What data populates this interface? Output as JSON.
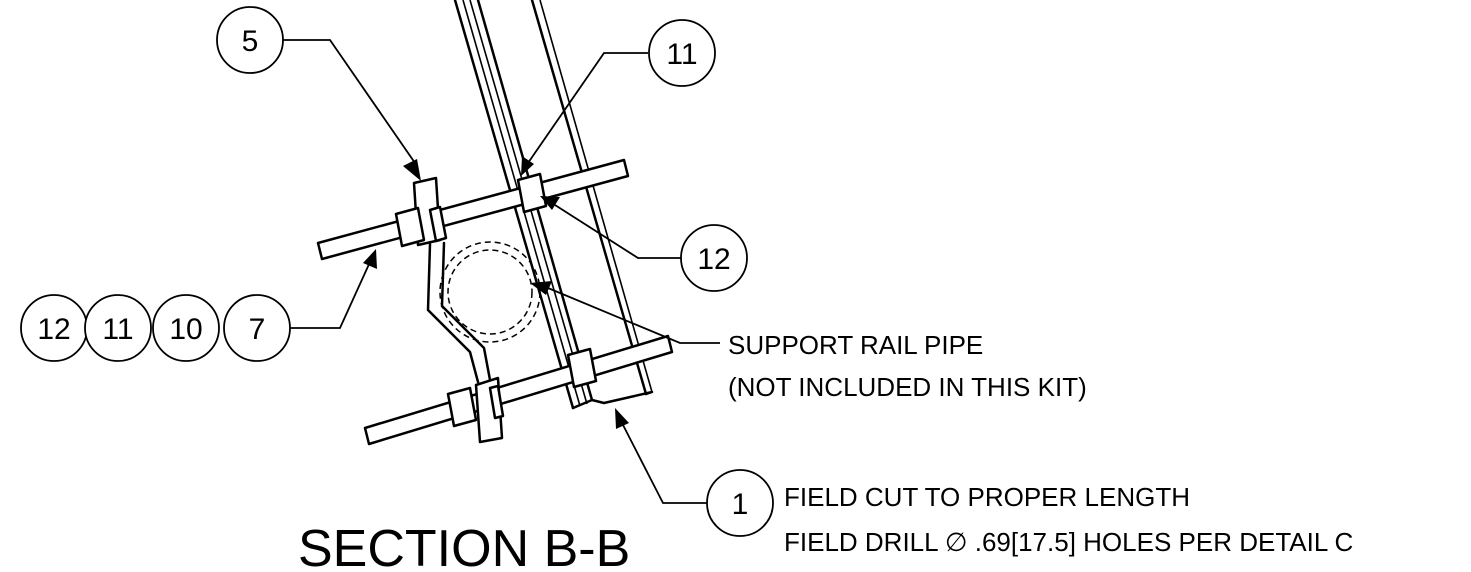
{
  "title": "SECTION B-B",
  "balloons": {
    "b5": "5",
    "b11_top": "11",
    "b12_right": "12",
    "row": [
      "12",
      "11",
      "10",
      "7"
    ],
    "b1": "1"
  },
  "notes": {
    "pipe_line1": "SUPPORT RAIL PIPE",
    "pipe_line2": "(NOT INCLUDED IN THIS KIT)",
    "field_line1": "FIELD CUT TO PROPER LENGTH",
    "field_line2": "FIELD DRILL  ∅ .69[17.5] HOLES PER DETAIL C"
  }
}
